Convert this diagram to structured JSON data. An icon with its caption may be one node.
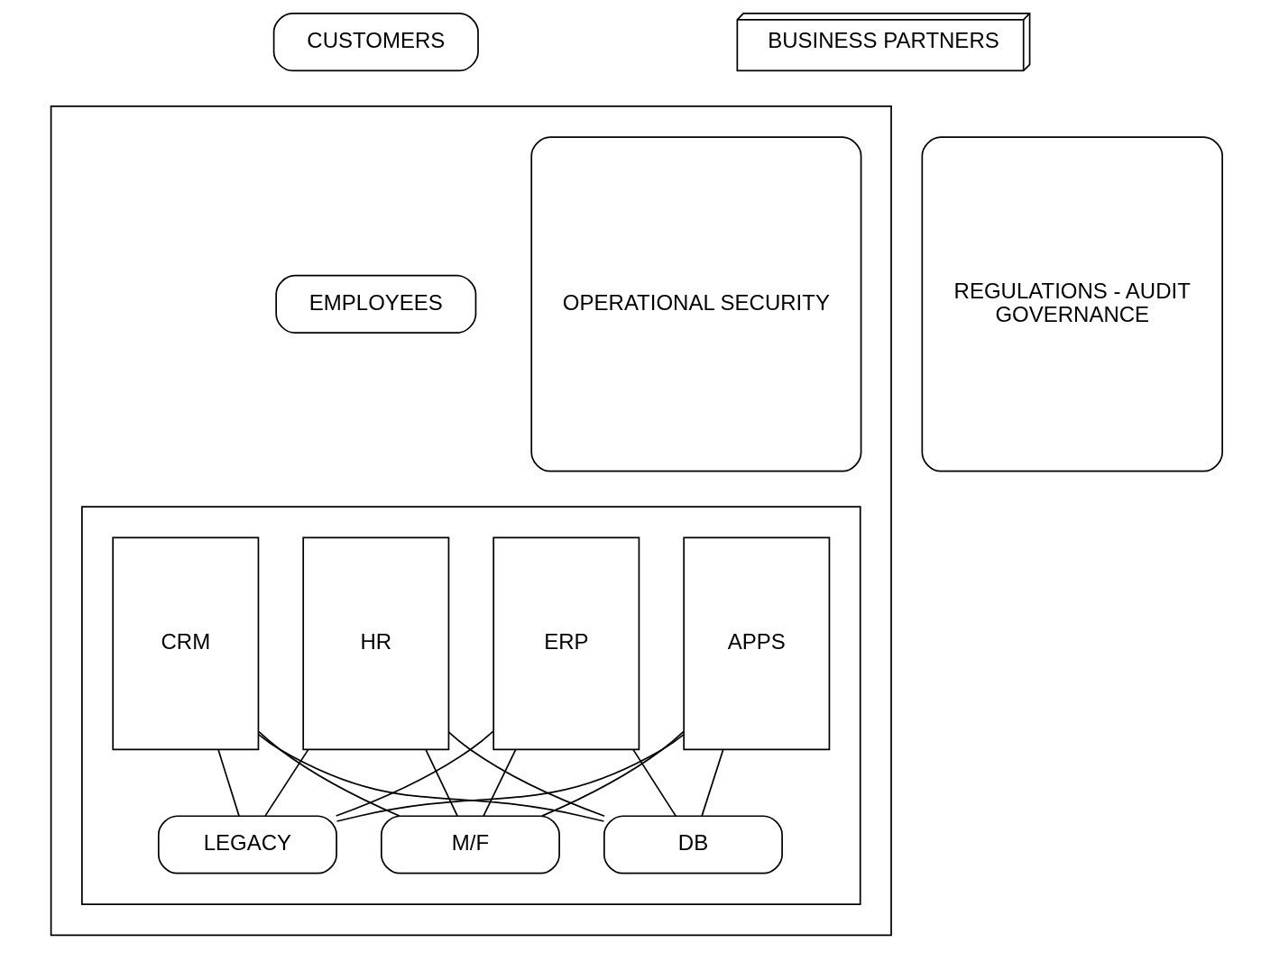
{
  "diagram": {
    "nodes": [
      {
        "text": [
          "CUSTOMERS"
        ]
      },
      {
        "text": [
          "BUSINESS PARTNERS"
        ]
      },
      {
        "text": [],
        "shape": "box"
      },
      {
        "text": [
          "EMPLOYEES"
        ],
        "in": 2
      },
      {
        "text": [],
        "shape": "box",
        "in": 2
      },
      {
        "text": [
          "CRM"
        ],
        "in": 4
      },
      {
        "text": [
          "HR"
        ],
        "in": 4
      },
      {
        "text": [
          "ERP"
        ],
        "in": 4
      },
      {
        "text": [
          "APPS"
        ],
        "in": 4
      },
      {
        "text": [
          "M/F"
        ],
        "in": 4
      },
      {
        "text": [
          "DB"
        ],
        "in": 4
      },
      {
        "text": [
          "LEGACY"
        ],
        "in": 4
      },
      {
        "text": [
          "OPERATIONAL SECURITY"
        ],
        "in": 2
      },
      {
        "text": [
          "REGULATIONS - AUDIT",
          "GOVERNANCE"
        ]
      }
    ],
    "edges": [
      {
        "from": 5,
        "to": 9,
        "arrow": "none"
      },
      {
        "from": 5,
        "to": 10,
        "arrow": "none"
      },
      {
        "from": 5,
        "to": 11,
        "arrow": "none"
      },
      {
        "from": 6,
        "to": 9,
        "arrow": "none"
      },
      {
        "from": 6,
        "to": 10,
        "arrow": "none"
      },
      {
        "from": 6,
        "to": 11,
        "arrow": "none"
      },
      {
        "from": 7,
        "to": 9,
        "arrow": "none"
      },
      {
        "from": 7,
        "to": 10,
        "arrow": "none"
      },
      {
        "from": 7,
        "to": 11,
        "arrow": "none"
      },
      {
        "from": 8,
        "to": 9,
        "arrow": "none"
      },
      {
        "from": 8,
        "to": 10,
        "arrow": "none"
      },
      {
        "from": 8,
        "to": 11,
        "arrow": "none"
      }
    ]
  }
}
